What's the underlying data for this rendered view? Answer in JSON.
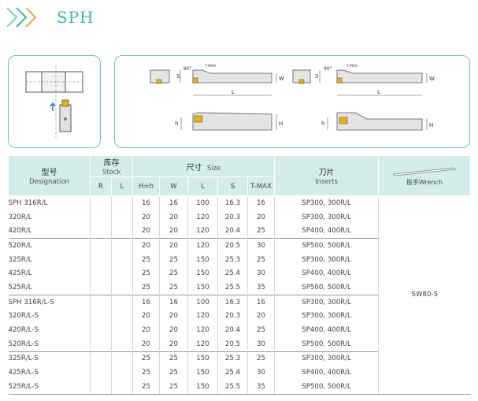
{
  "header": {
    "title": "SPH"
  },
  "colors": {
    "accent": "#3cb8a8",
    "panel_border": "#6ec5b8",
    "table_header": "#d3ede9",
    "insert": "#e9b400"
  },
  "diagram": {
    "angle_label": "90°",
    "tmax_label": "T-MAX",
    "s_label": "S",
    "w_label": "W",
    "l_label": "L",
    "h_label": "h",
    "hh_label": "H"
  },
  "table": {
    "headers": {
      "model_cn": "型号",
      "model_en": "Designation",
      "stock_cn": "库存",
      "stock_en": "Stock",
      "size_cn": "尺寸",
      "size_en": "Size",
      "insert_cn": "刀片",
      "insert_en": "Inserts",
      "wrench_cn": "扳手",
      "wrench_en": "Wrench",
      "stock_r": "R",
      "stock_l": "L",
      "col_h": "H=h",
      "col_w": "W",
      "col_l": "L",
      "col_s": "S",
      "col_tmax": "T-MAX"
    },
    "wrench": "SW80-S",
    "rows": [
      {
        "name": "SPH 316R/L",
        "h": "16",
        "w": "16",
        "l": "100",
        "s": "16.3",
        "t": "16",
        "ins": "SP300, 300R/L"
      },
      {
        "name": "320R/L",
        "h": "20",
        "w": "20",
        "l": "120",
        "s": "20.3",
        "t": "20",
        "ins": "SP300, 300R/L"
      },
      {
        "name": "420R/L",
        "h": "20",
        "w": "20",
        "l": "120",
        "s": "20.4",
        "t": "25",
        "ins": "SP400, 400R/L"
      },
      {
        "name": "520R/L",
        "h": "20",
        "w": "20",
        "l": "120",
        "s": "20.5",
        "t": "30",
        "ins": "SP500, 500R/L"
      },
      {
        "name": "325R/L",
        "h": "25",
        "w": "25",
        "l": "150",
        "s": "25.3",
        "t": "25",
        "ins": "SP300, 300R/L"
      },
      {
        "name": "425R/L",
        "h": "25",
        "w": "25",
        "l": "150",
        "s": "25.4",
        "t": "30",
        "ins": "SP400, 400R/L"
      },
      {
        "name": "525R/L",
        "h": "25",
        "w": "25",
        "l": "150",
        "s": "25.5",
        "t": "35",
        "ins": "SP500, 500R/L"
      },
      {
        "name": "SPH 316R/L-S",
        "h": "16",
        "w": "16",
        "l": "100",
        "s": "16.3",
        "t": "16",
        "ins": "SP300, 300R/L"
      },
      {
        "name": "320R/L-S",
        "h": "20",
        "w": "20",
        "l": "120",
        "s": "20.3",
        "t": "20",
        "ins": "SP300, 300R/L"
      },
      {
        "name": "420R/L-S",
        "h": "20",
        "w": "20",
        "l": "120",
        "s": "20.4",
        "t": "25",
        "ins": "SP400, 400R/L"
      },
      {
        "name": "520R/L-S",
        "h": "20",
        "w": "20",
        "l": "120",
        "s": "20.5",
        "t": "30",
        "ins": "SP500, 500R/L"
      },
      {
        "name": "325R/L-S",
        "h": "25",
        "w": "25",
        "l": "150",
        "s": "25.3",
        "t": "25",
        "ins": "SP300, 300R/L"
      },
      {
        "name": "425R/L-S",
        "h": "25",
        "w": "25",
        "l": "150",
        "s": "25.4",
        "t": "30",
        "ins": "SP400, 400R/L"
      },
      {
        "name": "525R/L-S",
        "h": "25",
        "w": "25",
        "l": "150",
        "s": "25.5",
        "t": "35",
        "ins": "SP500, 500R/L"
      }
    ]
  }
}
